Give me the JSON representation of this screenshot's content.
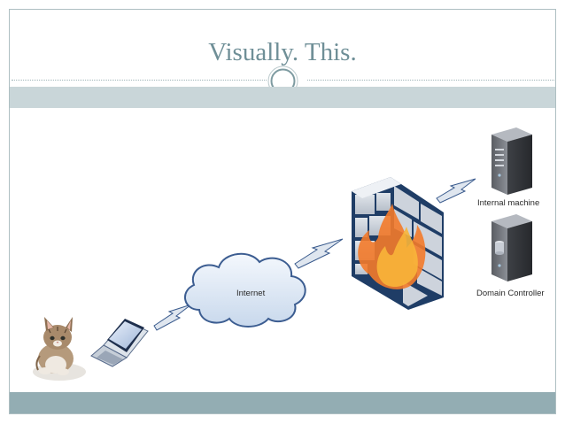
{
  "slide": {
    "title": "Visually. This."
  },
  "diagram": {
    "cloud_label": "Internet",
    "server_1_label": "Internal machine",
    "server_2_label": "Domain Controller"
  },
  "icons": {
    "divider": "circle-ornament-icon",
    "cat": "kitten-icon",
    "laptop": "laptop-icon",
    "cloud": "cloud-icon",
    "firewall": "firewall-icon",
    "servers": "server-icon"
  },
  "colors": {
    "title": "#6f8f97",
    "band_top": "#c9d6d9",
    "band_bottom": "#93adb3",
    "flame_orange": "#f37a2a",
    "flame_yellow": "#f8b53a",
    "wall_brick": "#c5ccd6",
    "wall_mortar": "#1f3d66"
  }
}
